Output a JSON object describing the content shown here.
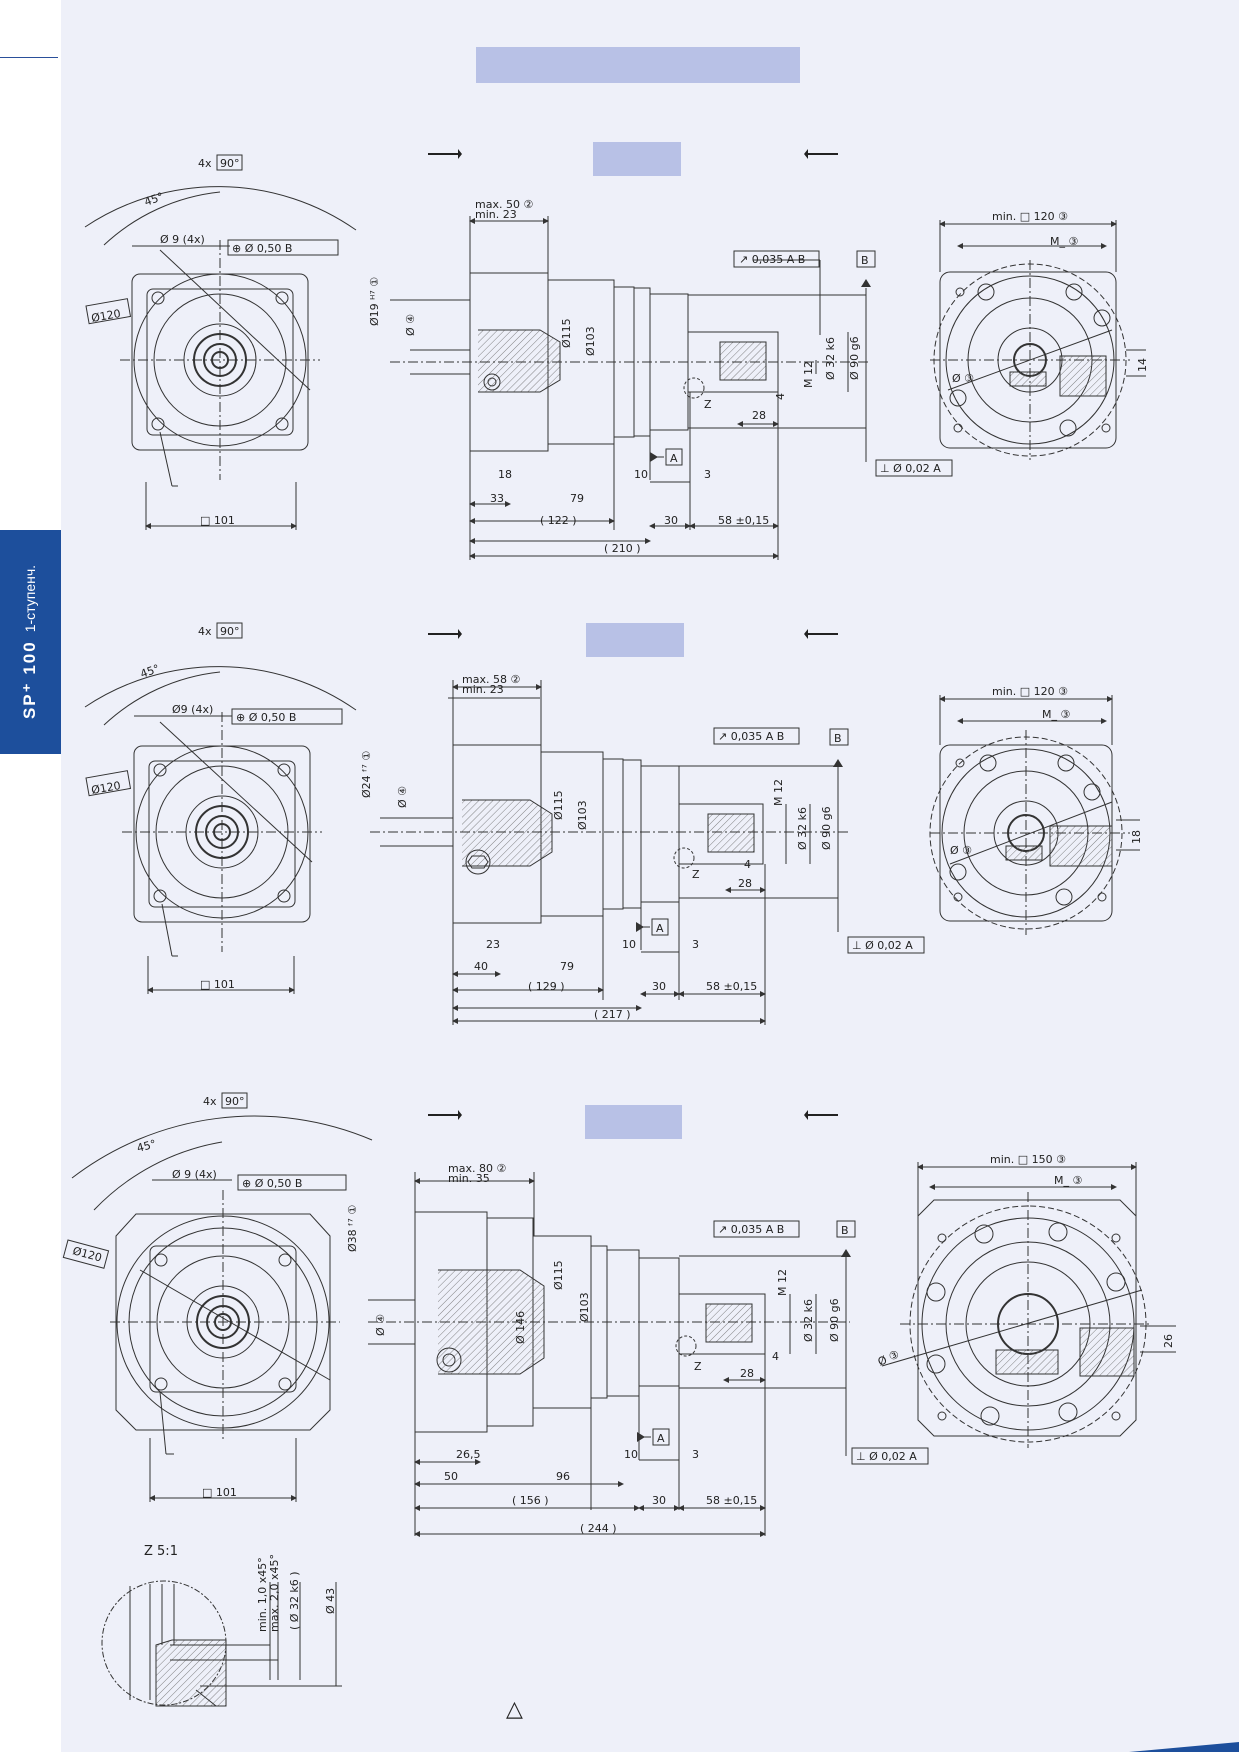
{
  "side_tab": {
    "model": "SP⁺ 100",
    "stage": "1-ступенч."
  },
  "colors": {
    "accent": "#1d4f9c",
    "label_fill": "#b8c1e6",
    "page_bg": "#eef0f9",
    "line": "#333333"
  },
  "sections": [
    {
      "front": {
        "angle_count": "4x",
        "angle": "90°",
        "angle45": "45°",
        "hole": "Ø 9 (4x)",
        "pos_tol": "⊕ Ø 0,50 B",
        "pcd": "Ø120",
        "square": "□ 101"
      },
      "side": {
        "clamp": [
          "max. 50 ②",
          "min. 23"
        ],
        "shaft_dia": "Ø19 ᴴ⁷ ①",
        "bore": "Ø ④",
        "dia_115": "Ø115",
        "dia_103": "Ø103",
        "runout": "↗ 0,035 A B",
        "datum_b": "B",
        "datum_a": "A",
        "m12": "M 12",
        "shaft": "Ø 32 k6",
        "pilot": "Ø 90 g6",
        "z": "Z",
        "d4": "4",
        "d28": "28",
        "d18": "18",
        "d10": "10",
        "d3": "3",
        "d33": "33",
        "d79": "79",
        "d122": "( 122 )",
        "d30": "30",
        "d58": "58 ±0,15",
        "d210": "( 210 )",
        "perp": "⊥ Ø 0,02 A"
      },
      "rear": {
        "min_sq": "min. □ 120 ③",
        "m": "M_ ③",
        "phi": "Ø ③",
        "key": "14"
      }
    },
    {
      "front": {
        "angle_count": "4x",
        "angle": "90°",
        "angle45": "45°",
        "hole": "Ø9 (4x)",
        "pos_tol": "⊕ Ø 0,50 B",
        "pcd": "Ø120",
        "square": "□ 101"
      },
      "side": {
        "clamp": [
          "max. 58 ②",
          "min. 23"
        ],
        "shaft_dia": "Ø24 ᶠ⁷ ①",
        "bore": "Ø ④",
        "dia_115": "Ø115",
        "dia_103": "Ø103",
        "runout": "↗ 0,035 A B",
        "datum_b": "B",
        "datum_a": "A",
        "m12": "M 12",
        "shaft": "Ø 32 k6",
        "pilot": "Ø 90 g6",
        "z": "Z",
        "d4": "4",
        "d28": "28",
        "d18": "23",
        "d10": "10",
        "d3": "3",
        "d33": "40",
        "d79": "79",
        "d122": "( 129 )",
        "d30": "30",
        "d58": "58 ±0,15",
        "d210": "( 217 )",
        "perp": "⊥ Ø 0,02 A"
      },
      "rear": {
        "min_sq": "min. □ 120 ③",
        "m": "M_ ③",
        "phi": "Ø ③",
        "key": "18"
      }
    },
    {
      "front": {
        "angle_count": "4x",
        "angle": "90°",
        "angle45": "45°",
        "hole": "Ø 9 (4x)",
        "pos_tol": "⊕ Ø 0,50 B",
        "pcd": "Ø120",
        "square": "□ 101"
      },
      "side": {
        "clamp": [
          "max. 80 ②",
          "min. 35"
        ],
        "shaft_dia": "Ø38 ᶠ⁷ ①",
        "bore": "Ø ④",
        "dia_115": "Ø115",
        "dia_103": "Ø103",
        "dia_146": "Ø 146",
        "runout": "↗ 0,035 A B",
        "datum_b": "B",
        "datum_a": "A",
        "m12": "M 12",
        "shaft": "Ø 32 k6",
        "pilot": "Ø 90 g6",
        "z": "Z",
        "d4": "4",
        "d28": "28",
        "d18": "26,5",
        "d10": "10",
        "d3": "3",
        "d33": "50",
        "d79": "96",
        "d122": "( 156 )",
        "d30": "30",
        "d58": "58 ±0,15",
        "d210": "( 244 )",
        "perp": "⊥ Ø 0,02 A"
      },
      "rear": {
        "min_sq": "min. □ 150 ③",
        "m": "M_ ③",
        "phi": "Ø ③",
        "key": "26"
      }
    }
  ],
  "detail": {
    "title": "Z 5:1",
    "chamfer": [
      "min. 1,0 x45°",
      "max. 2,0 x45°"
    ],
    "shaft": "( Ø 32 k6 )",
    "outer": "Ø 43"
  },
  "footer": {
    "symbol": "△"
  }
}
